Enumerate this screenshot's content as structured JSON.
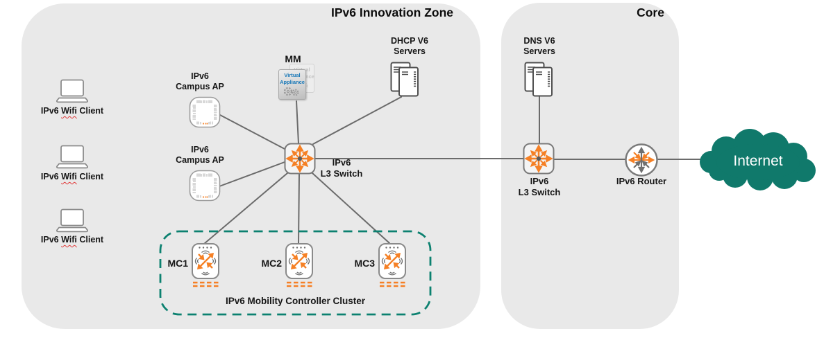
{
  "innovation_zone": {
    "title": "IPv6 Innovation Zone",
    "wifi_client_label": {
      "pre": "IPv6 ",
      "wavy": "Wifi",
      "post": " Client"
    },
    "campus_ap_label": {
      "line1": "IPv6",
      "line2": "Campus AP"
    },
    "mm": {
      "title": "MM",
      "card_line1": "Virtual",
      "card_line2": "Appliance"
    },
    "dhcp": {
      "line1": "DHCP V6",
      "line2": "Servers"
    },
    "l3_switch": {
      "line1": "IPv6",
      "line2": "L3 Switch"
    },
    "cluster": {
      "title": "IPv6 Mobility Controller Cluster",
      "controllers": [
        {
          "label": "MC1"
        },
        {
          "label": "MC2"
        },
        {
          "label": "MC3"
        }
      ]
    }
  },
  "core_zone": {
    "title": "Core",
    "dns": {
      "line1": "DNS V6",
      "line2": "Servers"
    },
    "l3_switch": {
      "line1": "IPv6",
      "line2": "L3 Switch"
    },
    "router_label": "IPv6 Router"
  },
  "internet_label": "Internet",
  "colors": {
    "zone_bg": "#e9e9e9",
    "accent_orange": "#f58025",
    "teal": "#0e7d6e",
    "line_gray": "#6b6b6b",
    "appliance_blue": "#1878b8",
    "squiggle_red": "#e23b3b"
  }
}
